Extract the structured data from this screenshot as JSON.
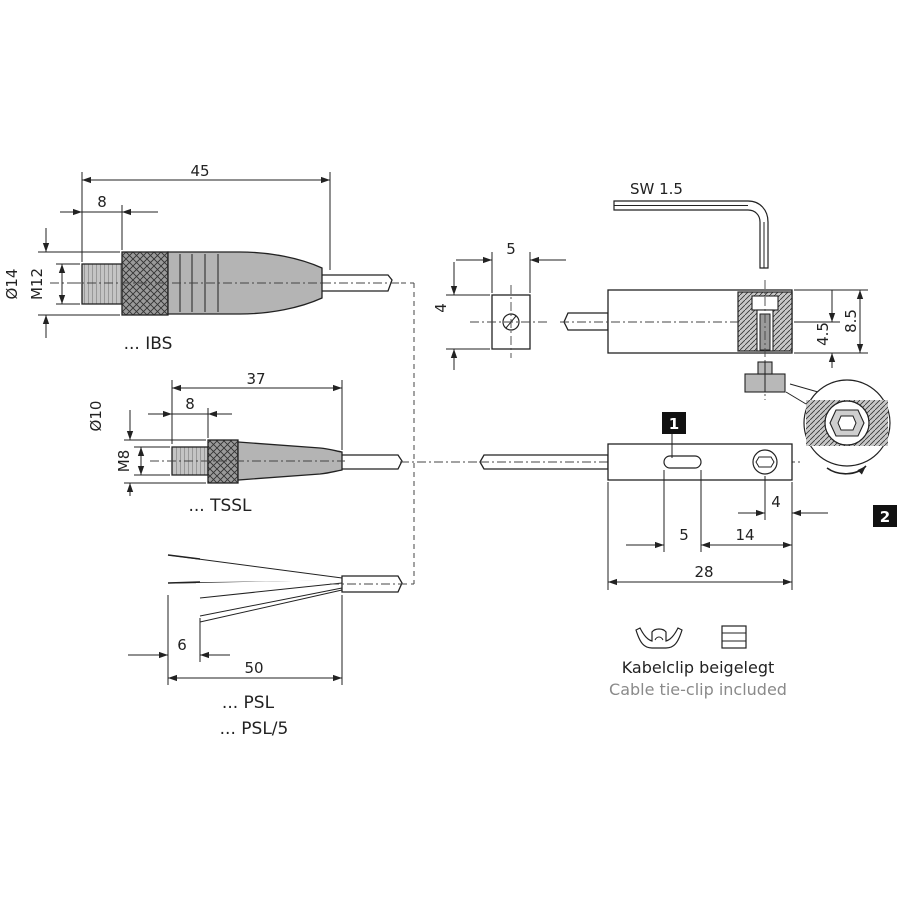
{
  "connector_ibs": {
    "label": "... IBS",
    "dim_length": "45",
    "dim_thread_len": "8",
    "dim_dia": "Ø14",
    "dim_thread": "M12"
  },
  "connector_tssl": {
    "label": "... TSSL",
    "dim_length": "37",
    "dim_thread_len": "8",
    "dim_dia": "Ø10",
    "dim_thread": "M8"
  },
  "connector_psl": {
    "label1": "... PSL",
    "label2": "... PSL/5",
    "dim_strip": "6",
    "dim_length": "50"
  },
  "sensor_end_view": {
    "dim_width": "5",
    "dim_height": "4"
  },
  "sensor_side_view": {
    "tool_label": "SW 1.5",
    "dim_a": "4.5",
    "dim_b": "8.5"
  },
  "sensor_top_view": {
    "dim_hole": "4",
    "dim_slot": "5",
    "dim_mid": "14",
    "dim_total": "28"
  },
  "callouts": {
    "one": "1",
    "two": "2"
  },
  "clip_note": {
    "de": "Kabelclip beigelegt",
    "en": "Cable tie-clip included"
  }
}
